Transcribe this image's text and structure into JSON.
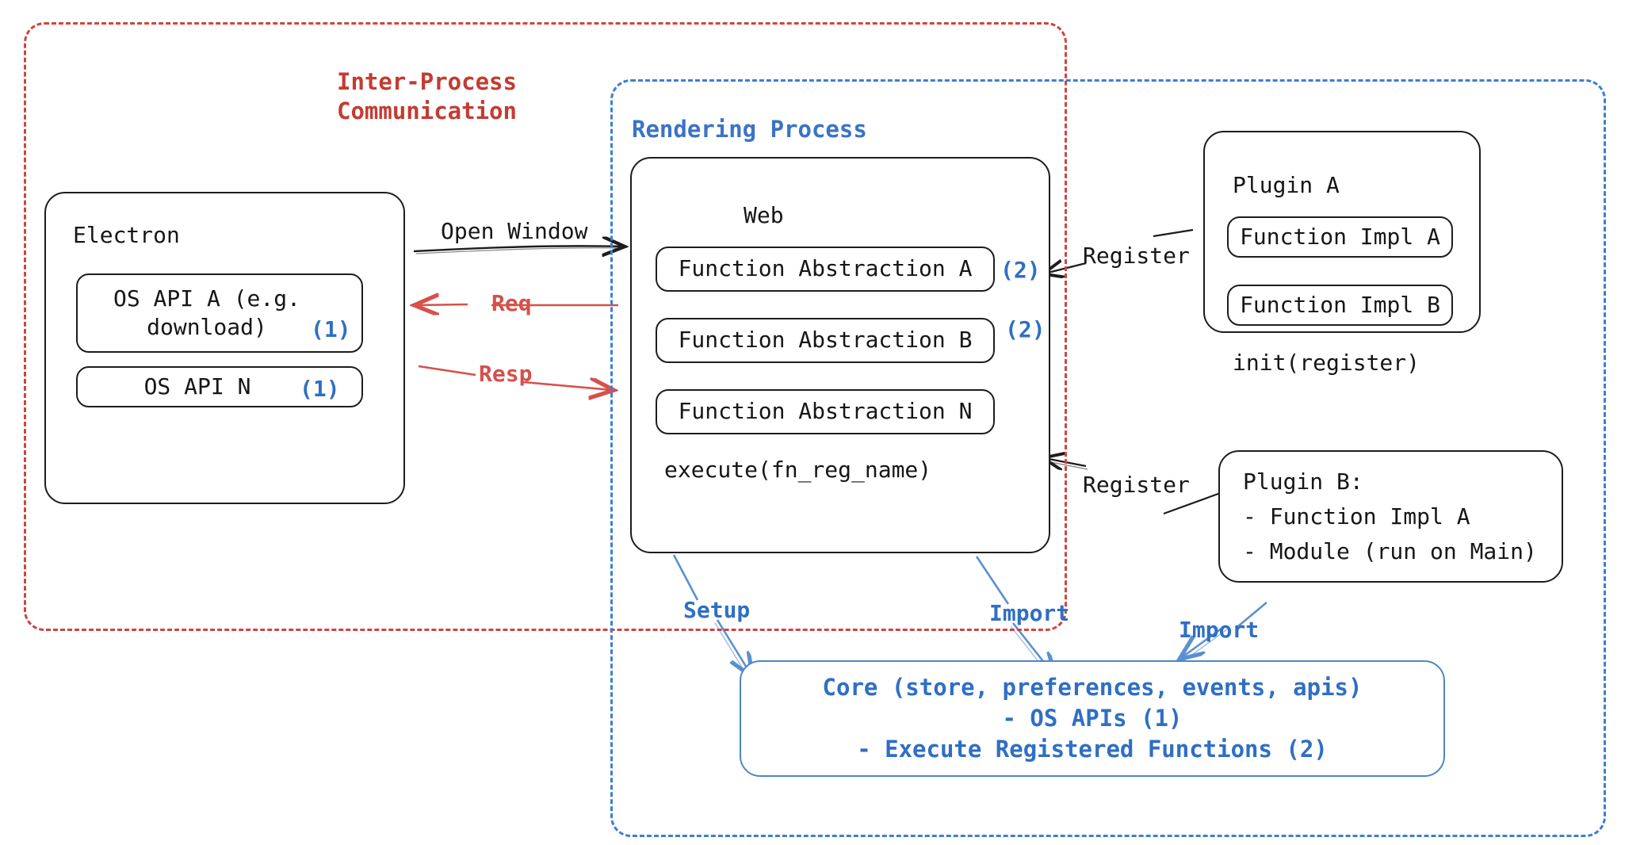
{
  "diagram": {
    "title": "Electron plugin architecture",
    "colors": {
      "ipc_red": "#c33c33",
      "arrow_red": "#d7504a",
      "render_blue": "#3a74c4",
      "marker_blue": "#2f6fc4",
      "core_blue": "#4f86c6",
      "stroke_black": "#1d1d1d"
    }
  },
  "groups": {
    "ipc": {
      "label": "Inter-Process\nCommunication"
    },
    "rendering": {
      "label": "Rendering Process"
    }
  },
  "electron": {
    "title": "Electron",
    "apis": [
      {
        "label": "OS API A (e.g.\ndownload)",
        "marker": "(1)"
      },
      {
        "label": "OS API N",
        "marker": "(1)"
      }
    ]
  },
  "web": {
    "title": "Web",
    "abstractions": [
      {
        "label": "Function Abstraction A",
        "marker": "(2)"
      },
      {
        "label": "Function Abstraction B",
        "marker": "(2)"
      },
      {
        "label": "Function Abstraction N",
        "marker": ""
      }
    ],
    "footer": "execute(fn_reg_name)"
  },
  "plugin_a": {
    "title": "Plugin A",
    "impls": [
      "Function Impl A",
      "Function Impl B"
    ],
    "footer": "init(register)"
  },
  "plugin_b": {
    "title": "Plugin B:",
    "lines": [
      "- Function Impl A",
      "- Module (run on Main)"
    ]
  },
  "core": {
    "lines": [
      "Core (store, preferences, events, apis)",
      "- OS APIs (1)",
      "- Execute Registered Functions (2)"
    ]
  },
  "edges": {
    "open_window": "Open Window",
    "req": "Req",
    "resp": "Resp",
    "register_a": "Register",
    "register_b": "Register",
    "setup": "Setup",
    "import_web": "Import",
    "import_plugin_b": "Import"
  }
}
